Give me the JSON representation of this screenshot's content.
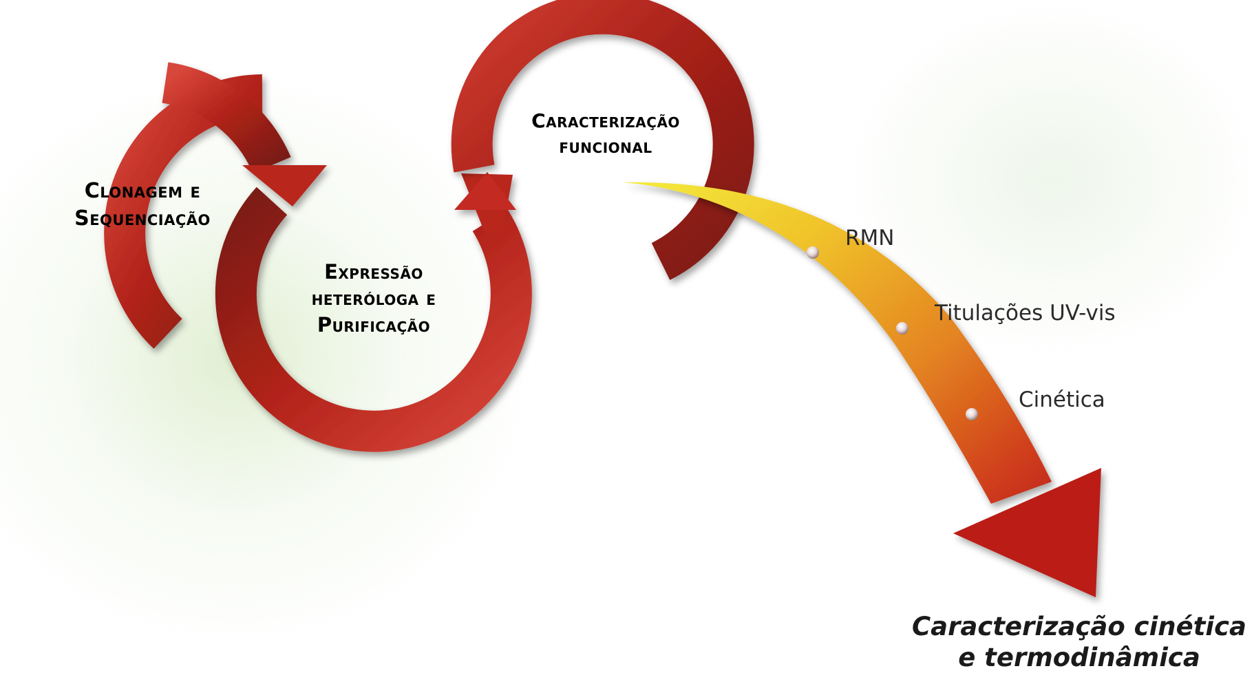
{
  "steps": {
    "cloning": {
      "line1": "Clonagem e",
      "line2": "Sequenciação"
    },
    "expression": {
      "line1": "Expressão",
      "line2": "heteróloga e",
      "line3": "Purificação"
    },
    "characterization": {
      "line1": "Caracterização",
      "line2": "funcional"
    }
  },
  "techniques": [
    "RMN",
    "Titulações UV-vis",
    "Cinética"
  ],
  "result": {
    "line1": "Caracterização cinética",
    "line2": "e termodinâmica"
  },
  "colors": {
    "arrow_dark": "#7a1b12",
    "arrow_main": "#b2231a",
    "arrow_light": "#d4463a",
    "gradient_start": "#f3e838",
    "gradient_mid": "#e8951f",
    "gradient_end": "#c01e18",
    "background_tint": "#d6ebc6"
  }
}
